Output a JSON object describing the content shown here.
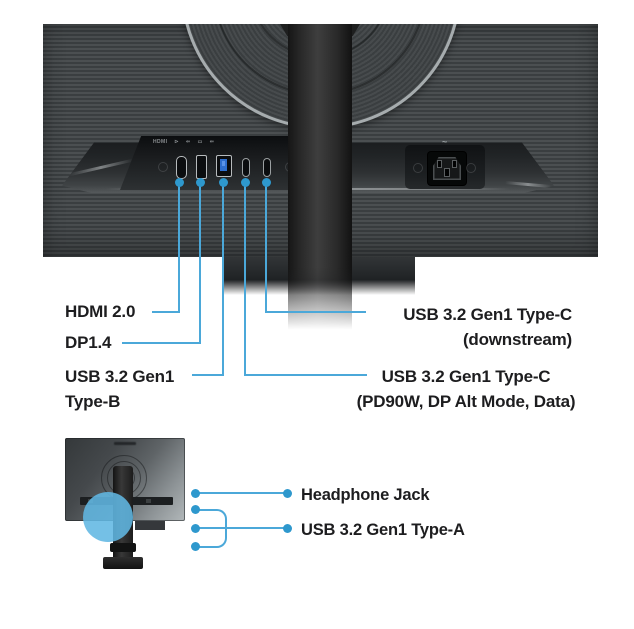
{
  "colors": {
    "callout_line": "#4BA8D9",
    "callout_dot": "#2E98CD",
    "highlight_circle": "#61B7E3",
    "label_text": "#1D1D1F"
  },
  "icons": {
    "dp_port_icon": "⊳",
    "usb_ss_icon": "⇐",
    "usb_c_icon": "▭",
    "power_ac_icon": "~"
  },
  "rear_view": {
    "port_strip_hdmi_label": "HDMI"
  },
  "callouts": {
    "left": [
      {
        "label": "HDMI 2.0"
      },
      {
        "label": "DP1.4"
      },
      {
        "label": "USB 3.2 Gen1",
        "label2": "Type-B"
      }
    ],
    "right": [
      {
        "label": "USB 3.2 Gen1 Type-C",
        "label2": "(downstream)"
      },
      {
        "label": "USB 3.2 Gen1 Type-C",
        "label2": "(PD90W, DP Alt Mode, Data)"
      }
    ],
    "bottom": [
      {
        "label": "Headphone Jack"
      },
      {
        "label": "USB 3.2 Gen1 Type-A"
      }
    ]
  }
}
